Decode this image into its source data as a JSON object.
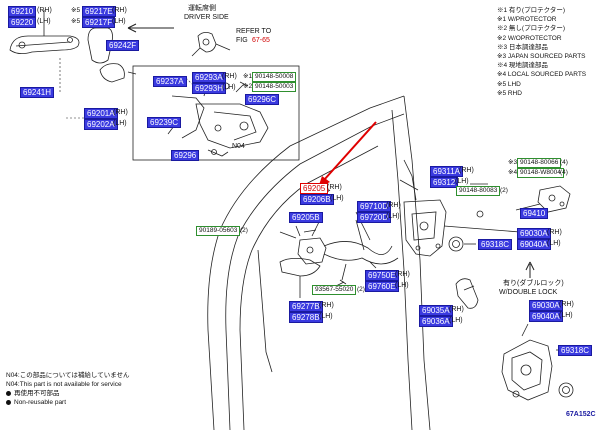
{
  "diagram_code": "67A152C",
  "legend": [
    "※1 有り(プロテクター)",
    "※1 W/PROTECTOR",
    "※2 無し(プロテクター)",
    "※2 W/OPROTECTOR",
    "※3 日本調達部品",
    "※3 JAPAN SOURCED PARTS",
    "※4 現地調達部品",
    "※4 LOCAL SOURCED PARTS",
    "※5 LHD",
    "※5 RHD"
  ],
  "driver_side_jp": "運転席側",
  "driver_side_en": "DRIVER SIDE",
  "refer_to": "REFER TO",
  "fig_ref": "67-65",
  "fig_prefix": "FIG",
  "n04_label": "N04",
  "mark_x1": "※1",
  "mark_x2": "※2",
  "mark_x3": "※3",
  "mark_x4": "※4",
  "sfx_2": "(2)",
  "sfx_4": "(4)",
  "sfx_rh": "(RH)",
  "sfx_lh": "(LH)",
  "double_lock_jp": "有り(ダブルロック)",
  "double_lock_en": "W/DOUBLE LOCK",
  "footnotes": {
    "n04_jp": "N04:この部品については補給していません",
    "n04_en": "N04:This part is not available for service",
    "reuse_jp": "再使用不可部品",
    "reuse_en": "Non-reusable part"
  },
  "parts": {
    "p69210": "69210",
    "p69220": "69220",
    "p69217e": "69217E",
    "p69217f": "69217F",
    "p69242f": "69242F",
    "p69241h": "69241H",
    "p69201a": "69201A",
    "p69202a": "69202A",
    "p69237a": "69237A",
    "p69293a": "69293A",
    "p69293h": "69293H",
    "p69296c": "69296C",
    "p69239c": "69239C",
    "p69296": "69296",
    "p69205": "69205",
    "p69206b": "69206B",
    "p69205b": "69205B",
    "p69710d": "69710D",
    "p69720d": "69720D",
    "p69311a": "69311A",
    "p69312": "69312",
    "p69410": "69410",
    "p69030a": "69030A",
    "p69040a": "69040A",
    "p69318c": "69318C",
    "p69318c2": "69318C",
    "p69750e": "69750E",
    "p69760e": "69760E",
    "p69035a": "69035A",
    "p69036a": "69036A",
    "p69277b": "69277B",
    "p69278b": "69278B",
    "p69030a2": "69030A",
    "p69040a2": "69040A"
  },
  "std_parts": {
    "s90148_50008": "90148-50008",
    "s90148_50003": "90148-50003",
    "s90148_80066": "90148-80066",
    "s90148_w8004": "90148-W8004",
    "s90148_80083": "90148-80083",
    "s90189_05603": "90189-05603",
    "s93567_55020": "93567-55020"
  },
  "highlighted_part": "69205",
  "colors": {
    "part_bg": "#3a3ae0",
    "std_border": "#2f8f2f",
    "highlight": "#e00000"
  }
}
